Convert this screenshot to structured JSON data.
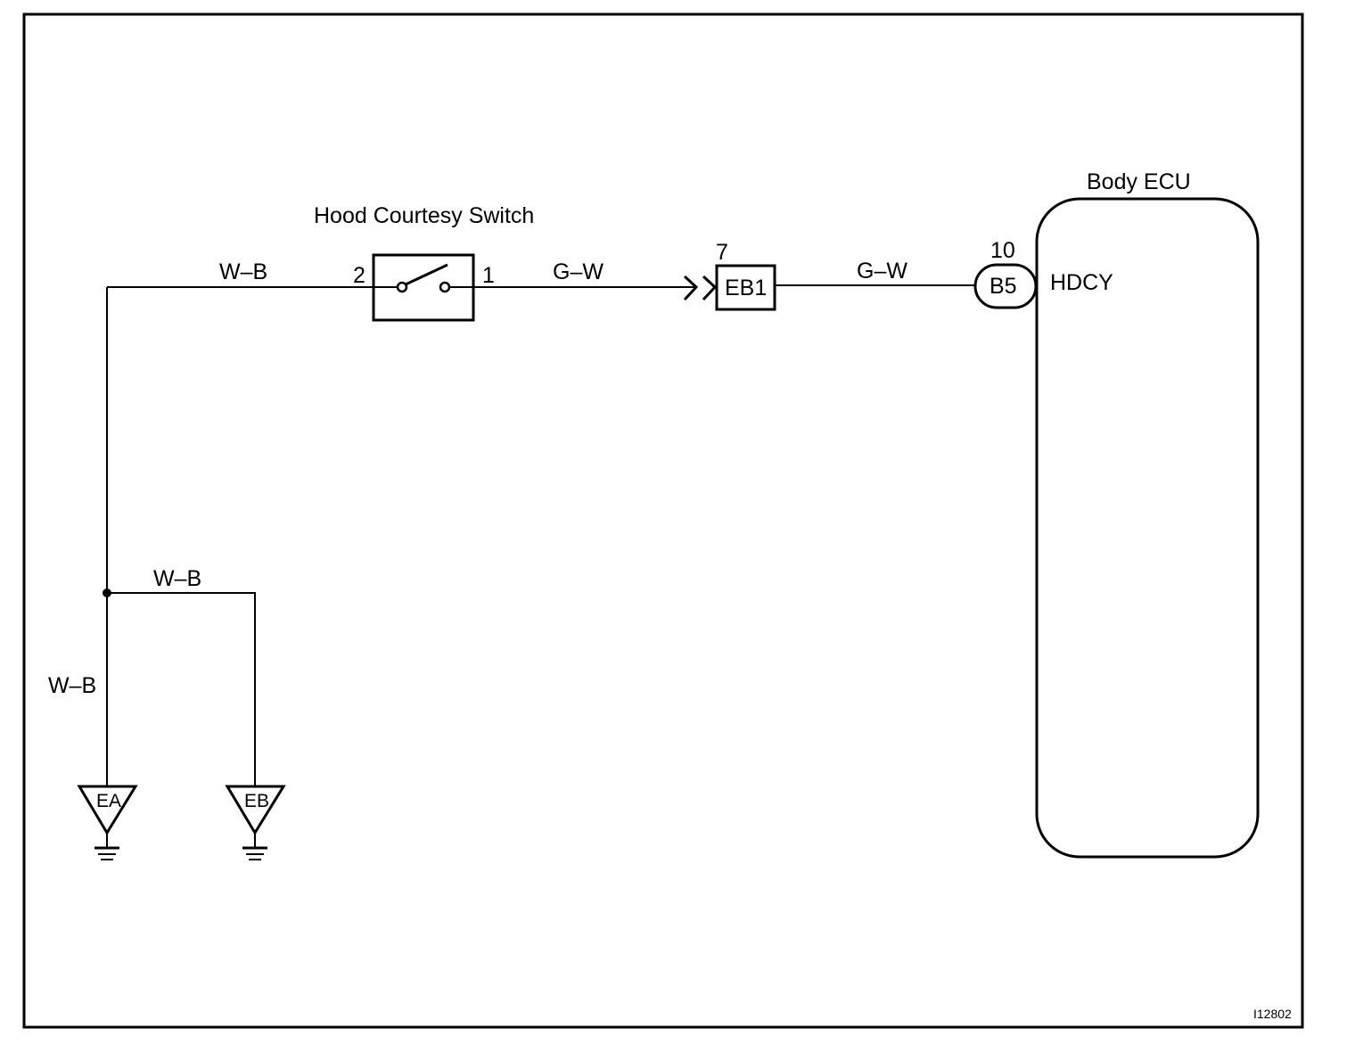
{
  "diagram": {
    "figure_id": "I12802",
    "components": {
      "switch": {
        "title": "Hood Courtesy Switch",
        "pin_left": "2",
        "pin_right": "1"
      },
      "connector": {
        "label": "EB1",
        "pin": "7"
      },
      "ecu": {
        "title": "Body ECU",
        "connector_label": "B5",
        "pin": "10",
        "terminal": "HDCY"
      },
      "grounds": [
        {
          "label": "EA"
        },
        {
          "label": "EB"
        }
      ]
    },
    "wires": {
      "top_left": "W–B",
      "switch_to_connector": "G–W",
      "connector_to_ecu": "G–W",
      "branch": "W–B",
      "vertical_left": "W–B"
    }
  }
}
